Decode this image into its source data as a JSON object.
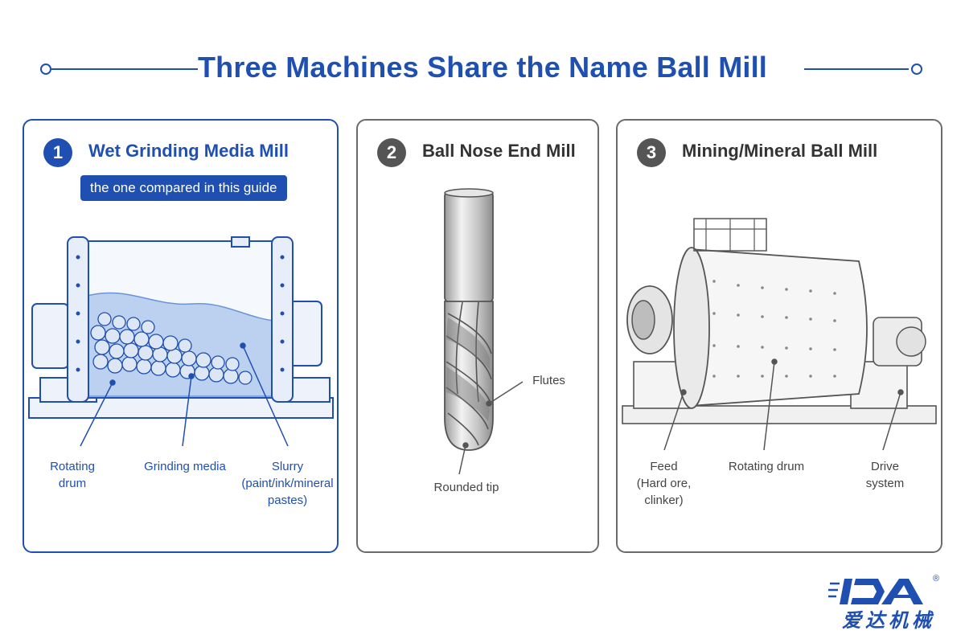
{
  "title": "Three Machines Share the Name Ball Mill",
  "panels": [
    {
      "number": "1",
      "title": "Wet Grinding Media Mill",
      "badge": "the one compared in this guide",
      "labels": {
        "rotating_drum_1": "Rotating",
        "rotating_drum_2": "drum",
        "grinding_media": "Grinding media",
        "slurry_1": "Slurry",
        "slurry_2": "(paint/ink/mineral",
        "slurry_3": "pastes)"
      }
    },
    {
      "number": "2",
      "title": "Ball Nose End Mill",
      "labels": {
        "flutes": "Flutes",
        "rounded_tip": "Rounded tip"
      }
    },
    {
      "number": "3",
      "title": "Mining/Mineral Ball Mill",
      "labels": {
        "feed_1": "Feed",
        "feed_2": "(Hard ore,",
        "feed_3": "clinker)",
        "rotating_drum": "Rotating drum",
        "drive_1": "Drive",
        "drive_2": "system"
      }
    }
  ],
  "logo": {
    "text": "iDA",
    "chinese": "爱达机械",
    "reg": "®"
  },
  "colors": {
    "accent": "#1f4fb0",
    "gray": "#555555"
  }
}
